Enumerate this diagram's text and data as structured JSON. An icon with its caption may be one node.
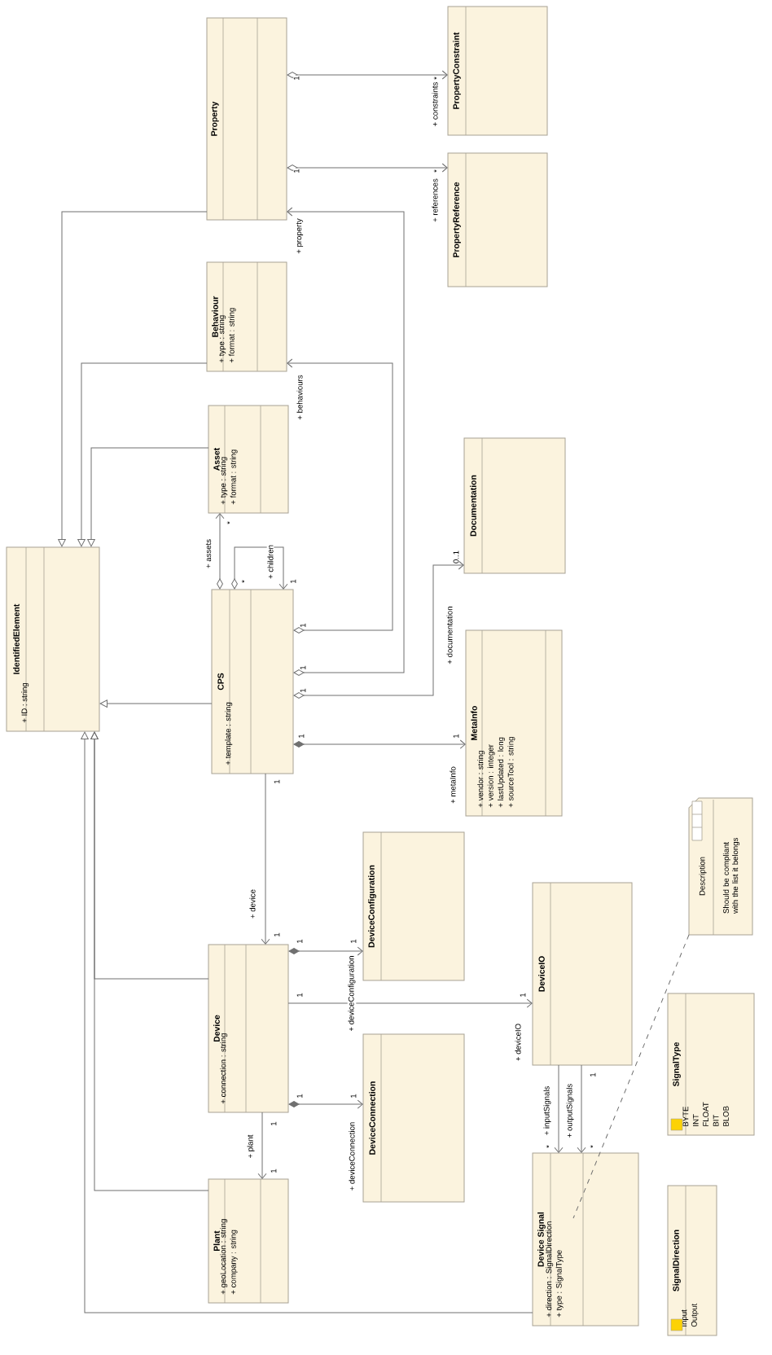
{
  "diagram": {
    "nodes": [
      {
        "text": [
          "Property"
        ]
      },
      {
        "text": [
          "PropertyConstraint"
        ]
      },
      {
        "text": [
          "PropertyReference"
        ]
      },
      {
        "text": [
          "Behaviour",
          "+ type : string",
          "+ format : string"
        ]
      },
      {
        "text": [
          "Asset",
          "+ type : string",
          "+ format : string"
        ]
      },
      {
        "text": [
          "IdentifiedElement",
          "+ ID : string"
        ]
      },
      {
        "text": [
          "CPS",
          "+ template : string"
        ]
      },
      {
        "text": [
          "Documentation"
        ]
      },
      {
        "text": [
          "MetaInfo",
          "+ vendor : string",
          "+ version : integer",
          "+ lastUpdated : long",
          "+ sourceTool : string"
        ]
      },
      {
        "text": [
          "DeviceConfiguration"
        ]
      },
      {
        "text": [
          "Device",
          "+ connection : string"
        ]
      },
      {
        "text": [
          "DeviceConnection"
        ]
      },
      {
        "text": [
          "DeviceIO"
        ]
      },
      {
        "text": [
          "Plant",
          "+ geoLocation : string",
          "+ company : string"
        ]
      },
      {
        "text": [
          "Device Signal",
          "+ direction : SignalDirection",
          "+ type : SignalType"
        ]
      },
      {
        "text": [
          "SignalType",
          "BYTE",
          "INT",
          "FLOAT",
          "BIT",
          "BLOB"
        ]
      },
      {
        "text": [
          "SignalDirection",
          "Input",
          "Output"
        ]
      },
      {
        "text": [
          "Description",
          "Should be compliant with the list it belongs"
        ]
      }
    ],
    "edges": [
      {
        "from": 0,
        "to": 1,
        "arrow": "to",
        "label": "+ constraints"
      },
      {
        "from": 0,
        "to": 2,
        "arrow": "to",
        "label": "+ references"
      },
      {
        "from": 6,
        "to": 0,
        "arrow": "to",
        "label": "+ property"
      },
      {
        "from": 6,
        "to": 3,
        "arrow": "to",
        "label": "+ behaviours"
      },
      {
        "from": 6,
        "to": 4,
        "arrow": "to",
        "label": "+ assets"
      },
      {
        "from": 6,
        "to": 6,
        "arrow": "to",
        "label": "+ children"
      },
      {
        "from": 6,
        "to": 7,
        "arrow": "to",
        "label": "+ documentation"
      },
      {
        "from": 6,
        "to": 8,
        "arrow": "to",
        "label": "+ metaInfo"
      },
      {
        "from": 6,
        "to": 10,
        "arrow": "to",
        "label": "+ device"
      },
      {
        "from": 10,
        "to": 9,
        "arrow": "to",
        "label": "+ deviceConfiguration"
      },
      {
        "from": 10,
        "to": 11,
        "arrow": "to",
        "label": "+ deviceConnection"
      },
      {
        "from": 10,
        "to": 12,
        "arrow": "to",
        "label": "+ deviceIO"
      },
      {
        "from": 10,
        "to": 13,
        "arrow": "to",
        "label": "+ plant"
      },
      {
        "from": 12,
        "to": 14,
        "arrow": "to",
        "label": "+ inputSignals"
      },
      {
        "from": 12,
        "to": 14,
        "arrow": "to",
        "label": "+ outputSignals"
      },
      {
        "from": 17,
        "to": 14,
        "arrow": "none",
        "style": "dashed"
      },
      {
        "from": 0,
        "to": 5,
        "arrow": "to"
      },
      {
        "from": 3,
        "to": 5,
        "arrow": "to"
      },
      {
        "from": 4,
        "to": 5,
        "arrow": "to"
      },
      {
        "from": 6,
        "to": 5,
        "arrow": "to"
      },
      {
        "from": 10,
        "to": 5,
        "arrow": "to"
      },
      {
        "from": 13,
        "to": 5,
        "arrow": "to"
      },
      {
        "from": 14,
        "to": 5,
        "arrow": "to"
      }
    ],
    "labels": [
      "1",
      "*",
      "1",
      "*",
      "1",
      "1",
      "*",
      "*",
      "1",
      "1",
      "0..1",
      "1",
      "1",
      "1",
      "1",
      "1",
      "1",
      "1",
      "1",
      "1",
      "1",
      "1",
      "1",
      "*",
      "1",
      "*"
    ]
  }
}
